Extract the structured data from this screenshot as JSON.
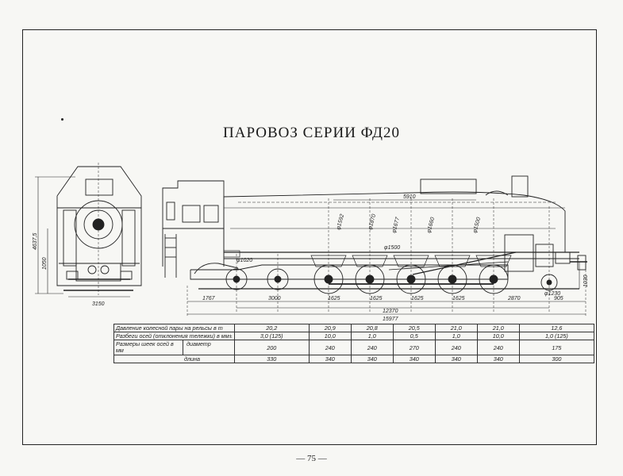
{
  "title": "ПАРОВОЗ СЕРИИ ФД20",
  "page_number": "— 75 —",
  "front_view": {
    "width": "3150",
    "height_total": "4637,5",
    "height_axis": "1050"
  },
  "side_dimensions": {
    "horizontal": [
      "1767",
      "3000",
      "1625",
      "1625",
      "1625",
      "1625",
      "2870",
      "905"
    ],
    "wheelbase": "12370",
    "overall": "15977",
    "boiler_length": "5910",
    "right_height": "1030",
    "labels": [
      "φ1020",
      "φ1500",
      "φ1592",
      "φ1870",
      "φ1677",
      "φ1660",
      "φ1500",
      "φ1230"
    ]
  },
  "spec_table": {
    "rows": [
      {
        "label": "Давление колесной пары на рельсы в т",
        "values": [
          "20,2",
          "20,9",
          "20,8",
          "20,5",
          "21,0",
          "21,0",
          "12,6"
        ]
      },
      {
        "label": "Разбеги осей (отклонения тележки) в мм±",
        "values": [
          "3,0 (125)",
          "10,0",
          "1,0",
          "0,5",
          "1,0",
          "10,0",
          "1,0 (125)"
        ]
      }
    ],
    "journal_group_label": "Размеры шеек осей в мм",
    "journal_rows": [
      {
        "label": "диаметр",
        "values": [
          "200",
          "240",
          "240",
          "270",
          "240",
          "240",
          "175"
        ]
      },
      {
        "label": "длина",
        "values": [
          "330",
          "340",
          "340",
          "340",
          "340",
          "340",
          "300"
        ]
      }
    ]
  }
}
